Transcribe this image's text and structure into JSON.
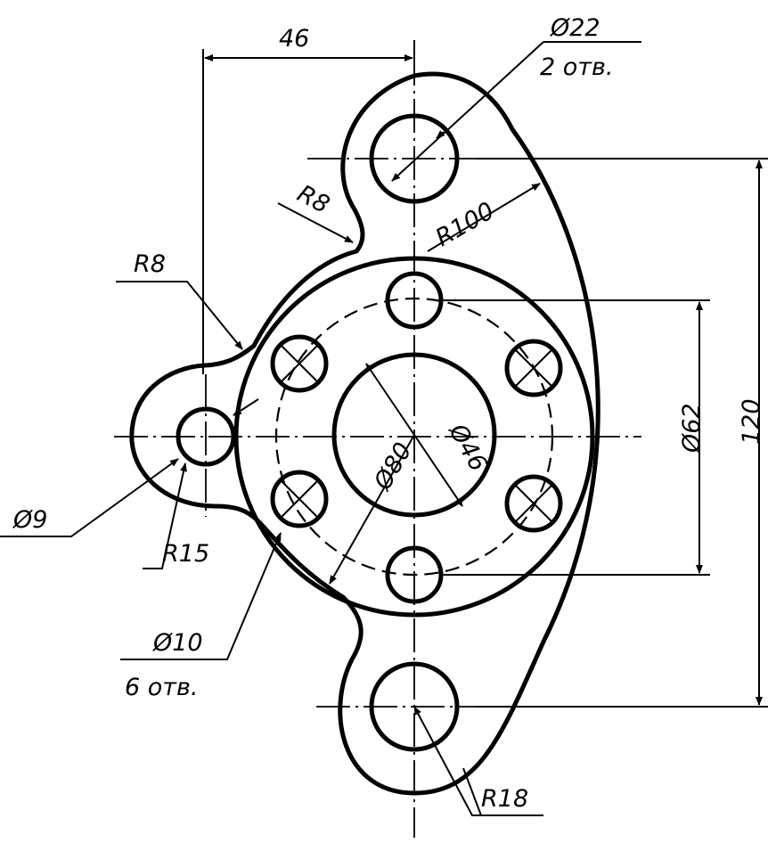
{
  "labels": {
    "width_46": "46",
    "hole_22": "Ø22",
    "hole_22_count": "2 отв.",
    "r8_top": "R8",
    "r100": "R100",
    "r8_left": "R8",
    "height_120": "120",
    "dia_62": "Ø62",
    "dia_80": "Ø80",
    "dia_46": "Ø46",
    "dia_9": "Ø9",
    "r15": "R15",
    "hole_10": "Ø10",
    "hole_10_count": "6 отв.",
    "r18": "R18"
  }
}
